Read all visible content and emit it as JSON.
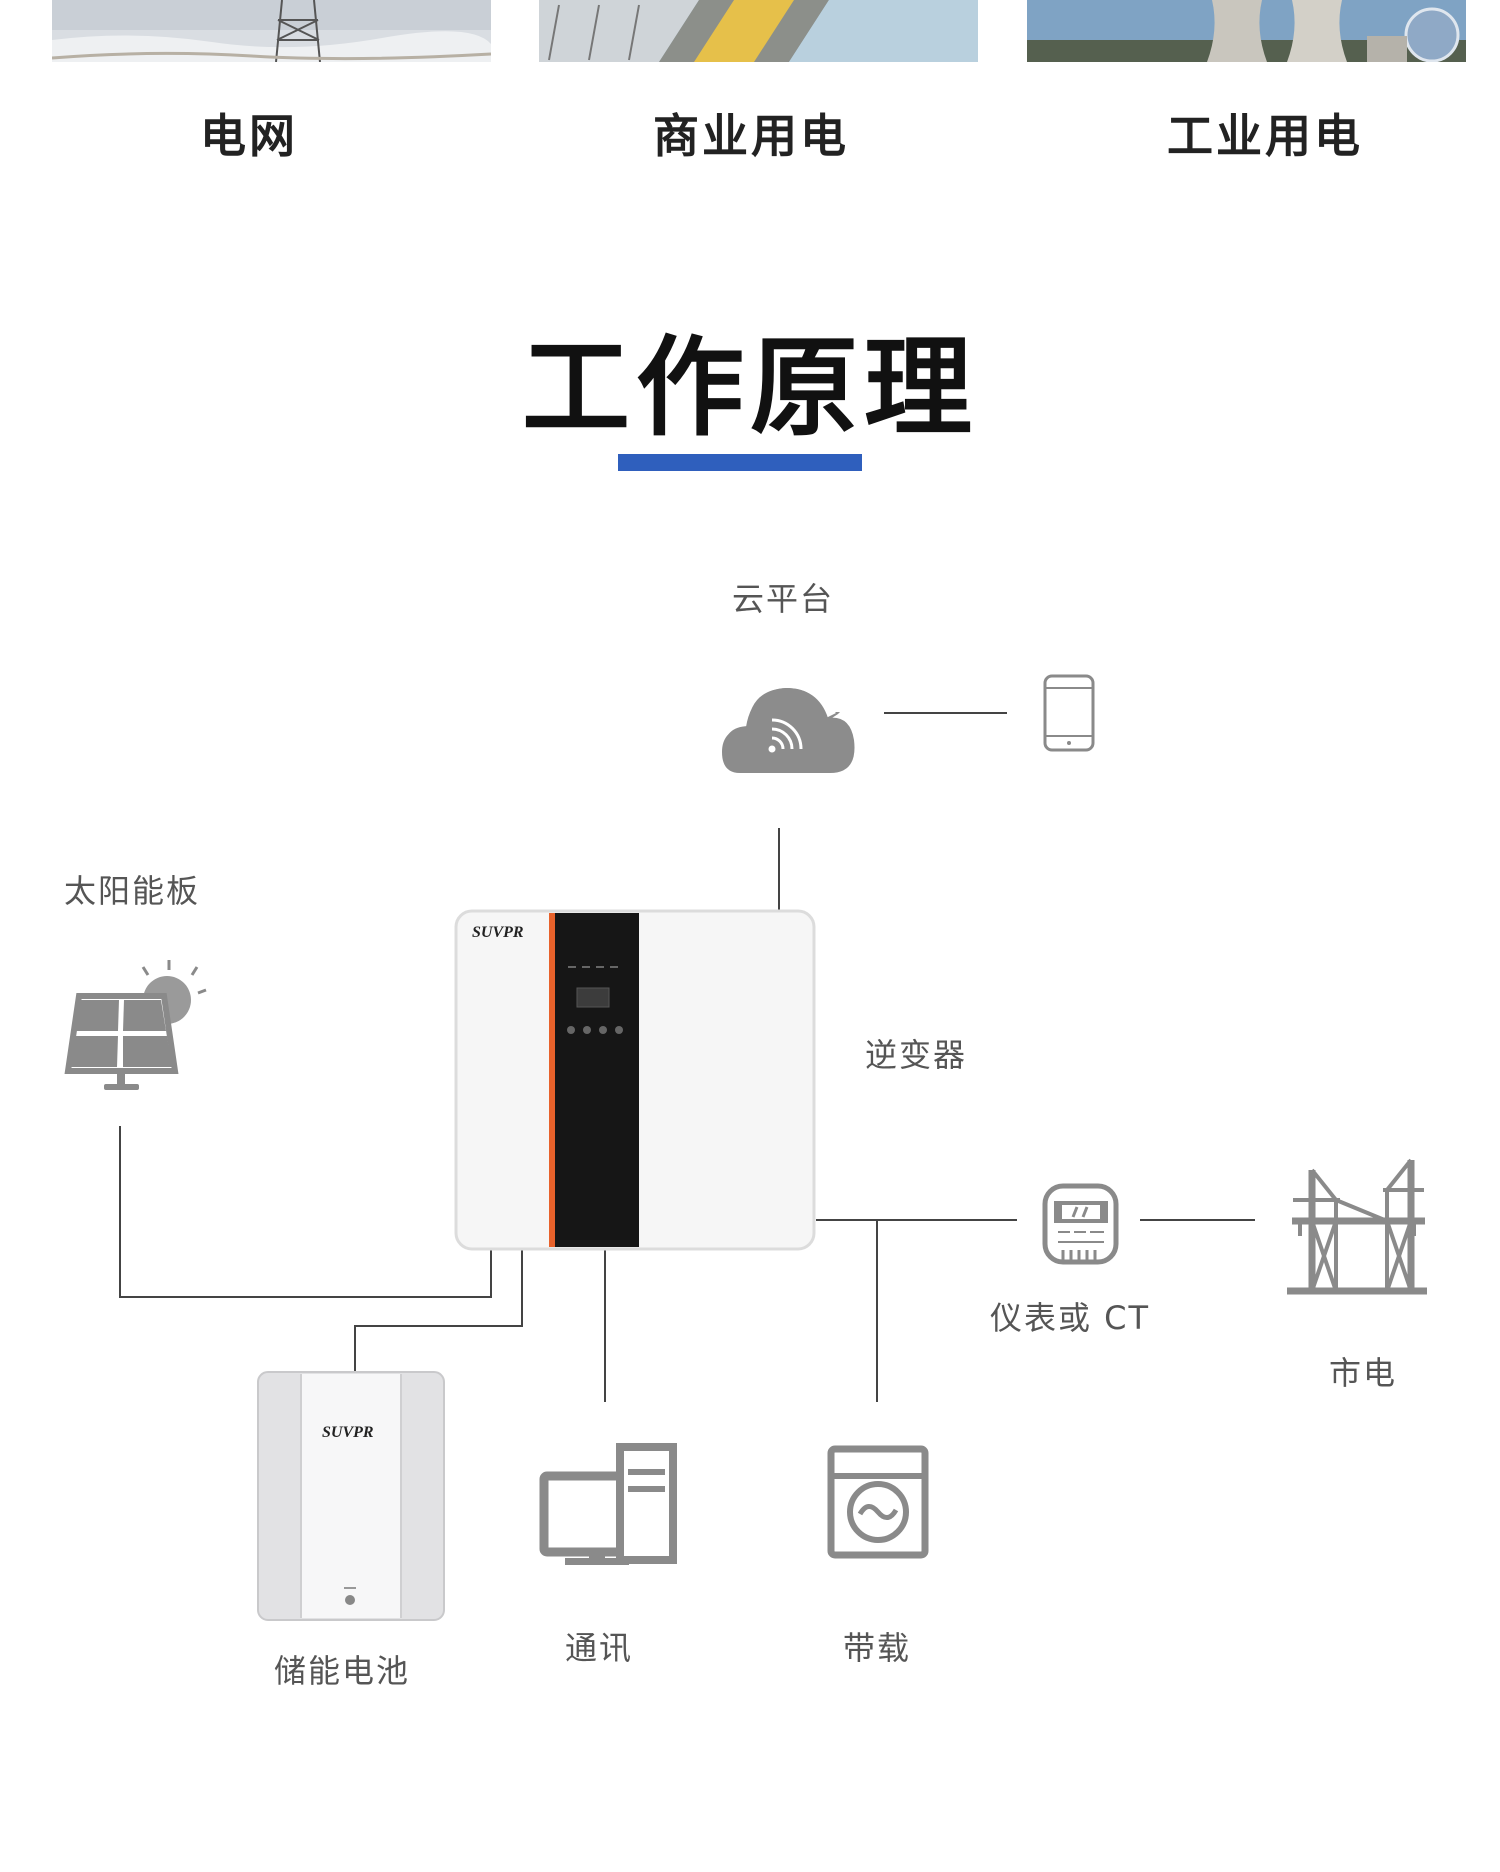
{
  "scenes": [
    {
      "label": "电网"
    },
    {
      "label": "商业用电"
    },
    {
      "label": "工业用电"
    }
  ],
  "section": {
    "title": "工作原理"
  },
  "diagram": {
    "cloud_label": "云平台",
    "solar_label": "太阳能板",
    "inverter_label": "逆变器",
    "inverter_brand": "SUVPR",
    "battery_brand": "SUVPR",
    "meter_label": "仪表或 CT",
    "grid_label": "市电",
    "battery_label": "储能电池",
    "comm_label": "通讯",
    "load_label": "带载"
  },
  "colors": {
    "accent": "#2f5fbd",
    "icon_gray": "#8a8a8a",
    "line": "#444444",
    "inverter_orange": "#e8622b",
    "inverter_panel": "#161616"
  }
}
